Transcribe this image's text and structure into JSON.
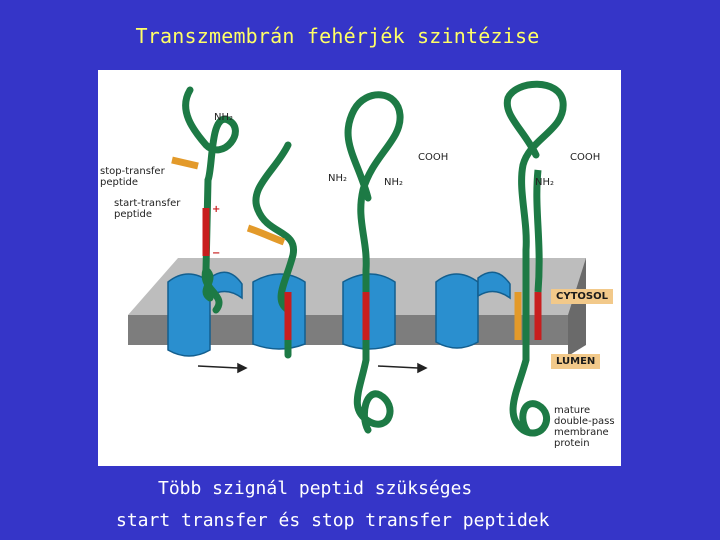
{
  "title": "Transzmembrán fehérjék szintézise",
  "figure": {
    "labels": {
      "stop_transfer": [
        "stop-transfer",
        "peptide"
      ],
      "start_transfer": [
        "start-transfer",
        "peptide"
      ],
      "nh2": "NH₂",
      "cooh": "COOH",
      "plus": "+",
      "minus": "−",
      "cytosol": "CYTOSOL",
      "lumen": "LUMEN",
      "mature": [
        "mature",
        "double-pass",
        "membrane",
        "protein"
      ]
    },
    "colors": {
      "chain": "#1d7a45",
      "stop_peptide": "#e39a2a",
      "start_peptide": "#c81e1e",
      "translocon": "#2a8fcf",
      "membrane": "#8a8a8a"
    }
  },
  "captions": {
    "line1": "Több szignál peptid szükséges",
    "line2": "start transfer és stop transfer peptidek"
  }
}
